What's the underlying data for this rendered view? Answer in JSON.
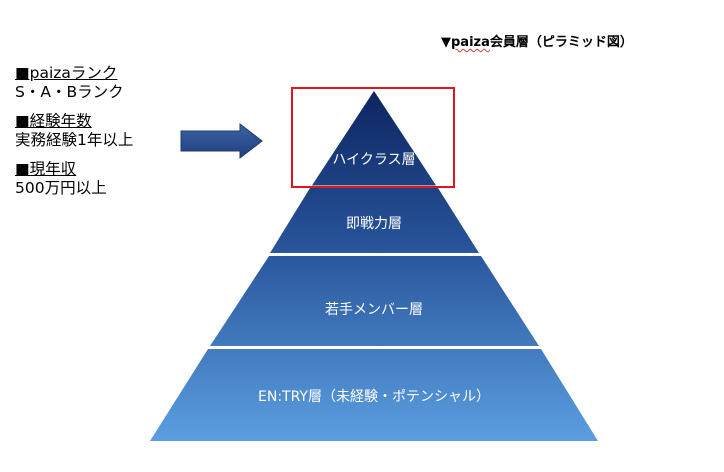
{
  "title": {
    "marker": "▼",
    "paiza": "paiza",
    "rest": "会員層（ピラミッド図）"
  },
  "criteria": [
    {
      "heading": "■paizaランク",
      "value": "S・A・Bランク"
    },
    {
      "heading": "■経験年数",
      "value": "実務経験1年以上"
    },
    {
      "heading": "■現年収",
      "value": "500万円以上"
    }
  ],
  "pyramid": {
    "tiers": [
      {
        "label": "ハイクラス層",
        "highlighted": true
      },
      {
        "label": "即戦力層"
      },
      {
        "label": "若手メンバー層"
      },
      {
        "label": "EN:TRY層（未経験・ポテンシャル）"
      }
    ],
    "highlight_color": "#e0141e",
    "arrow_color": "#2f5597"
  }
}
